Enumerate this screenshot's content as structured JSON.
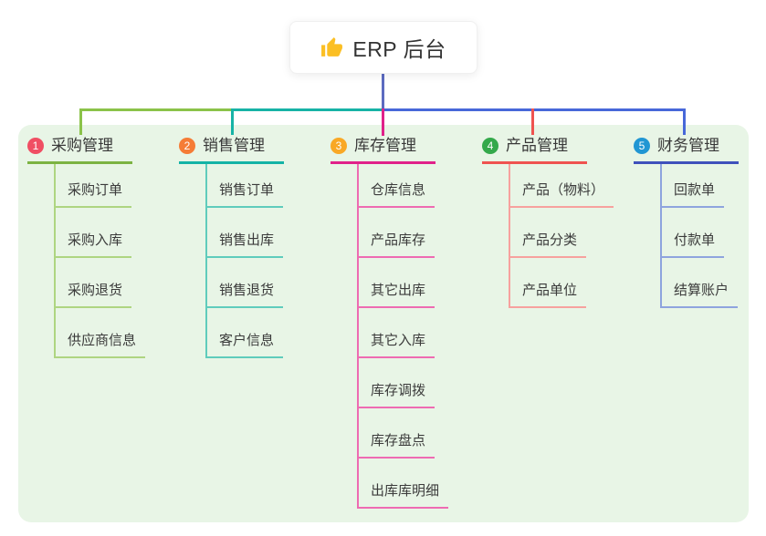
{
  "root": {
    "label": "ERP 后台",
    "icon": "thumbs-up-icon",
    "icon_color": "#fbbf24"
  },
  "palette": {
    "canvas_bg": "#ffffff",
    "container_bg": "#e8f5e6",
    "root_line": "#5c6bc0",
    "bus_left": "#8bc34a",
    "bus_mid": "#17b3a6",
    "bus_right": "#4868d9",
    "drop_1": "#8bc34a",
    "drop_2": "#17b3a6",
    "drop_3": "#e0218a",
    "drop_4": "#ef5350",
    "drop_5": "#4868d9",
    "text": "#3b3b3b"
  },
  "branches": [
    {
      "num": "1",
      "label": "采购管理",
      "badge_color": "#f04e63",
      "line_color": "#7cb342",
      "child_line_color": "#aed581",
      "children": [
        "采购订单",
        "采购入库",
        "采购退货",
        "供应商信息"
      ]
    },
    {
      "num": "2",
      "label": "销售管理",
      "badge_color": "#f57c36",
      "line_color": "#14b3a6",
      "child_line_color": "#5fccbc",
      "children": [
        "销售订单",
        "销售出库",
        "销售退货",
        "客户信息"
      ]
    },
    {
      "num": "3",
      "label": "库存管理",
      "badge_color": "#f9a825",
      "line_color": "#e0218a",
      "child_line_color": "#ee6bb2",
      "children": [
        "仓库信息",
        "产品库存",
        "其它出库",
        "其它入库",
        "库存调拨",
        "库存盘点",
        "出库库明细"
      ]
    },
    {
      "num": "4",
      "label": "产品管理",
      "badge_color": "#34a94b",
      "line_color": "#ef5350",
      "child_line_color": "#f7a19e",
      "children": [
        "产品（物料）",
        "产品分类",
        "产品单位"
      ]
    },
    {
      "num": "5",
      "label": "财务管理",
      "badge_color": "#2196d3",
      "line_color": "#3f51bc",
      "child_line_color": "#8ea4de",
      "children": [
        "回款单",
        "付款单",
        "结算账户"
      ]
    }
  ]
}
